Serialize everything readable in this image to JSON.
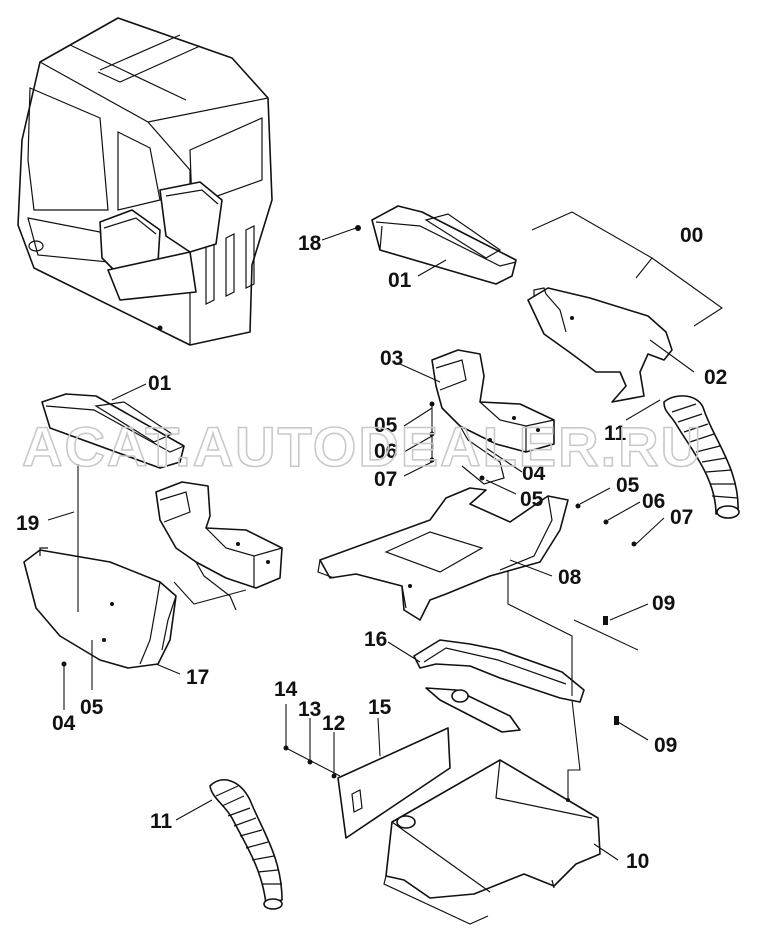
{
  "watermark": "ACAT.AUTODEALER.RU",
  "callouts": [
    "00",
    "01",
    "01",
    "02",
    "03",
    "04",
    "04",
    "05",
    "05",
    "05",
    "05",
    "06",
    "06",
    "07",
    "07",
    "08",
    "09",
    "09",
    "10",
    "11",
    "11",
    "12",
    "13",
    "14",
    "15",
    "16",
    "17",
    "18",
    "19"
  ]
}
